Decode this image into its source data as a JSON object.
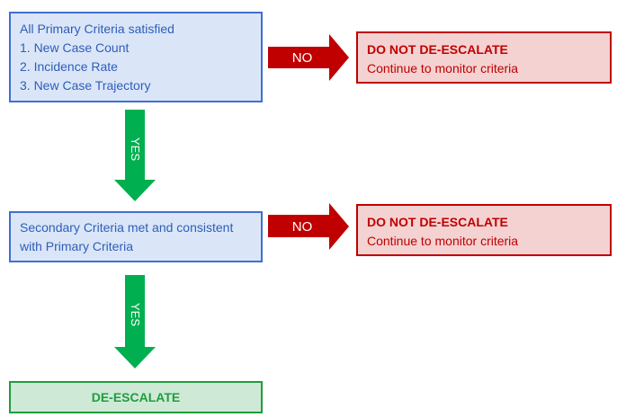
{
  "primary": {
    "title": "All Primary Criteria satisfied",
    "items": [
      "1. New Case Count",
      "2. Incidence Rate",
      "3. New Case Trajectory"
    ]
  },
  "secondary": {
    "lines": [
      "Secondary Criteria met and consistent",
      "with Primary Criteria"
    ]
  },
  "outcome_negative_1": {
    "heading": "DO NOT DE-ESCALATE",
    "detail": "Continue to monitor criteria"
  },
  "outcome_negative_2": {
    "heading": "DO NOT DE-ESCALATE",
    "detail": "Continue to monitor criteria"
  },
  "outcome_positive": {
    "heading": "DE-ESCALATE"
  },
  "arrows": {
    "no_label_1": "NO",
    "no_label_2": "NO",
    "yes_label_1": "YES",
    "yes_label_2": "YES"
  },
  "colors": {
    "blue_fill": "#dae6f8",
    "blue_border": "#3f6fd1",
    "red_fill": "#f4d2d2",
    "red_border": "#c00000",
    "red_arrow": "#c00000",
    "green_fill": "#cfe9d7",
    "green_border": "#1f9d3c",
    "green_arrow": "#00b050"
  }
}
